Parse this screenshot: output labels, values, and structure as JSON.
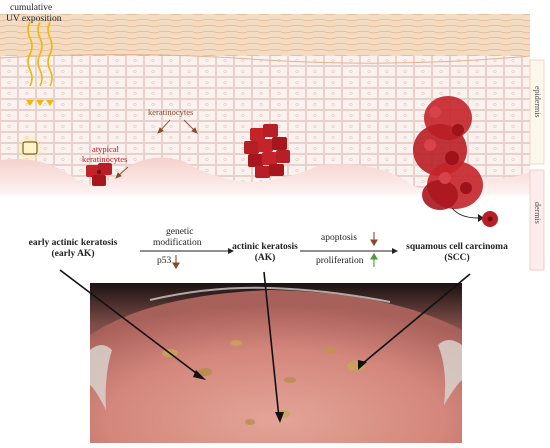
{
  "uv_label_line1": "cumulative",
  "uv_label_line2": "UV exposition",
  "keratinocytes_label": "keratinocytes",
  "atypical_label_line1": "atypical",
  "atypical_label_line2": "keratinocytes",
  "layer_labels": {
    "epidermis": "epidermis",
    "dermis": "dermis"
  },
  "stages": [
    {
      "line1": "early actinic keratosis",
      "line2": "(early AK)"
    },
    {
      "line1": "actinic keratosis",
      "line2": "(AK)"
    },
    {
      "line1": "squamous cell carcinoma",
      "line2": "(SCC)"
    }
  ],
  "transition1": {
    "line1": "genetic",
    "line2": "modification",
    "marker": "p53"
  },
  "transition2": {
    "apoptosis": "apoptosis",
    "proliferation": "proliferation"
  },
  "colors": {
    "cell_red": "#c4232a",
    "cell_dark": "#8e1118",
    "dermis_pink": "#f7d6d3",
    "horny_tan": "#f3dcc0",
    "uv_yellow": "#f2b705",
    "arrow_down": "#8a4a2a",
    "arrow_up": "#4f9a3a"
  }
}
